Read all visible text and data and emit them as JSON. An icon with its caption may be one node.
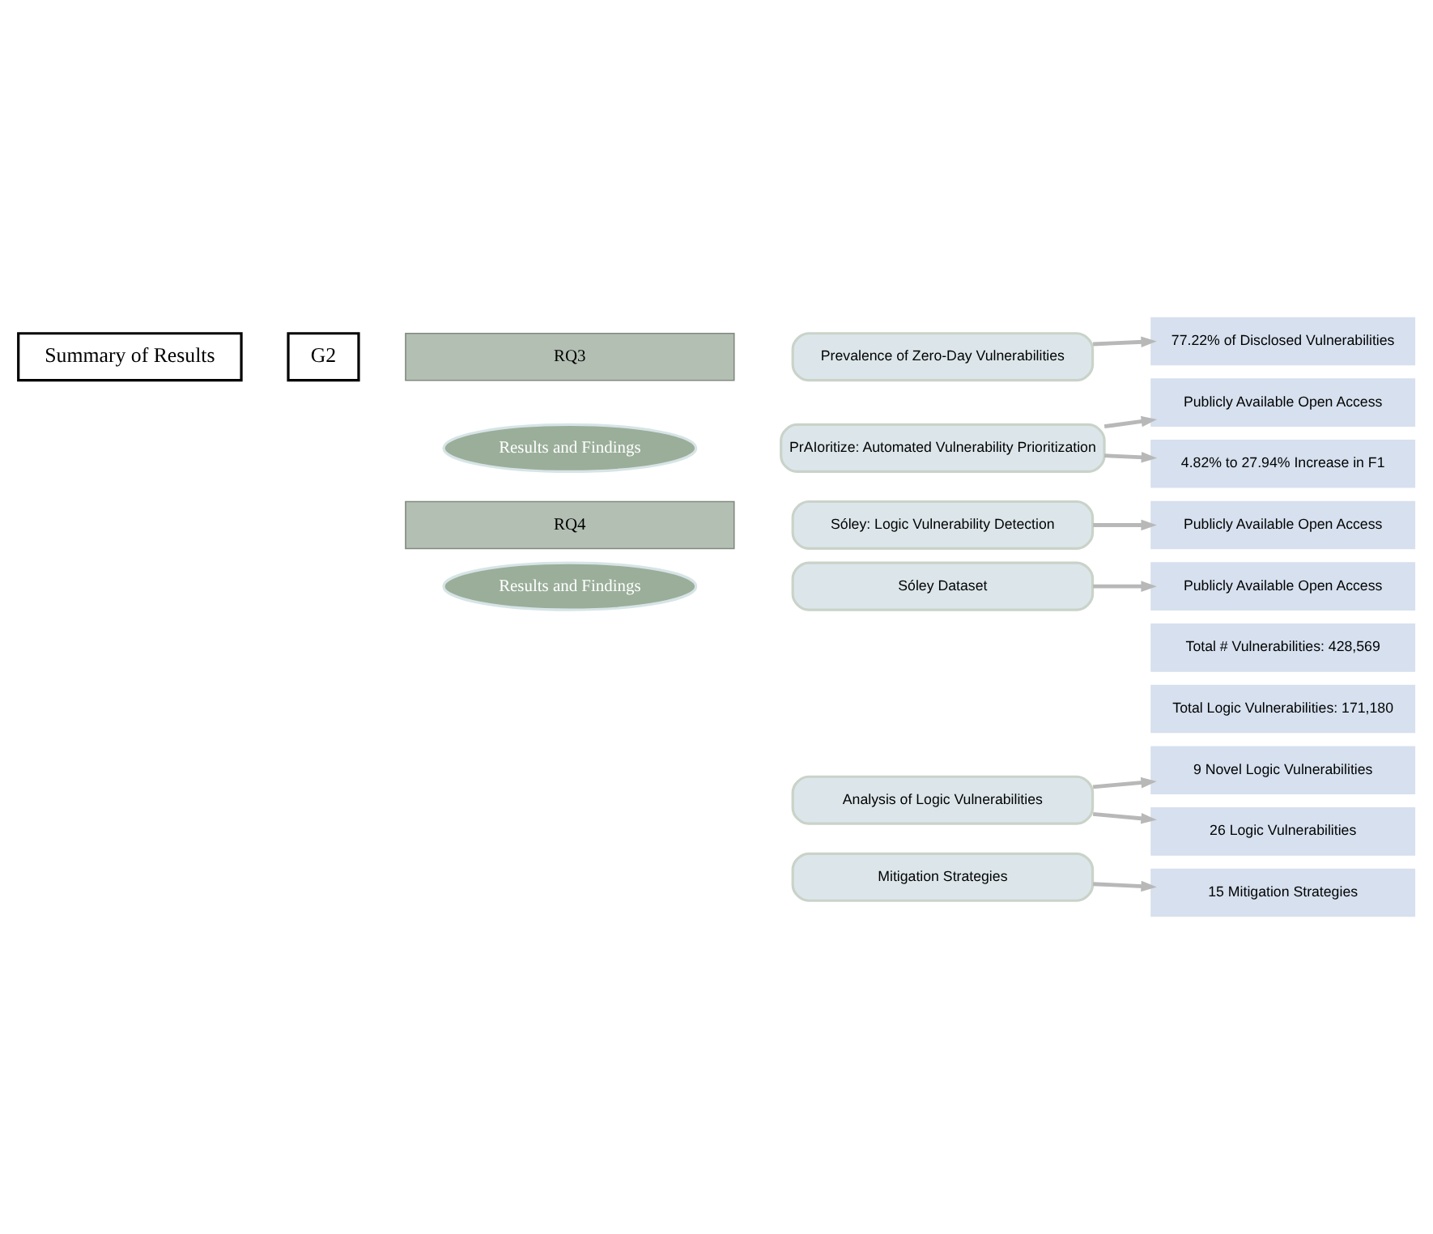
{
  "diagram": {
    "nodes": [
      {
        "text": [
          "Summary of Results"
        ]
      },
      {
        "text": [
          "G2"
        ]
      },
      {
        "text": [
          "RQ3"
        ]
      },
      {
        "text": [
          "Results and Findings"
        ]
      },
      {
        "text": [
          "Prevalence of Zero-Day Vulnerabilities"
        ]
      },
      {
        "text": [
          "PrAIoritize: Automated Vulnerability Prioritization"
        ]
      },
      {
        "text": [
          "77.22% of Disclosed Vulnerabilities"
        ]
      },
      {
        "text": [
          "Publicly Available Open Access"
        ]
      },
      {
        "text": [
          "4.82% to 27.94% Increase in F1"
        ]
      },
      {
        "text": [
          "RQ4"
        ]
      },
      {
        "text": [
          "Results and Findings"
        ]
      },
      {
        "text": [
          "Sóley: Logic Vulnerability Detection"
        ]
      },
      {
        "text": [
          "Publicly Available Open Access"
        ]
      },
      {
        "text": [
          "Sóley Dataset"
        ]
      },
      {
        "text": [
          "Publicly Available Open Access"
        ]
      },
      {
        "text": [
          "Total # Vulnerabilities: 428,569"
        ]
      },
      {
        "text": [
          "Total Logic Vulnerabilities: 171,180"
        ]
      },
      {
        "text": [
          "Analysis of Logic Vulnerabilities"
        ]
      },
      {
        "text": [
          "9 Novel Logic Vulnerabilities"
        ]
      },
      {
        "text": [
          "26 Logic Vulnerabilities"
        ]
      },
      {
        "text": [
          "Mitigation Strategies"
        ]
      },
      {
        "text": [
          "15 Mitigation Strategies"
        ]
      }
    ],
    "edges": [
      {
        "from": 4,
        "to": 6,
        "arrow": "to"
      },
      {
        "from": 5,
        "to": 7,
        "arrow": "to"
      },
      {
        "from": 5,
        "to": 8,
        "arrow": "to"
      },
      {
        "from": 11,
        "to": 12,
        "arrow": "to"
      },
      {
        "from": 13,
        "to": 14,
        "arrow": "to"
      },
      {
        "from": 17,
        "to": 18,
        "arrow": "to"
      },
      {
        "from": 17,
        "to": 19,
        "arrow": "to"
      },
      {
        "from": 20,
        "to": 21,
        "arrow": "to"
      }
    ]
  }
}
